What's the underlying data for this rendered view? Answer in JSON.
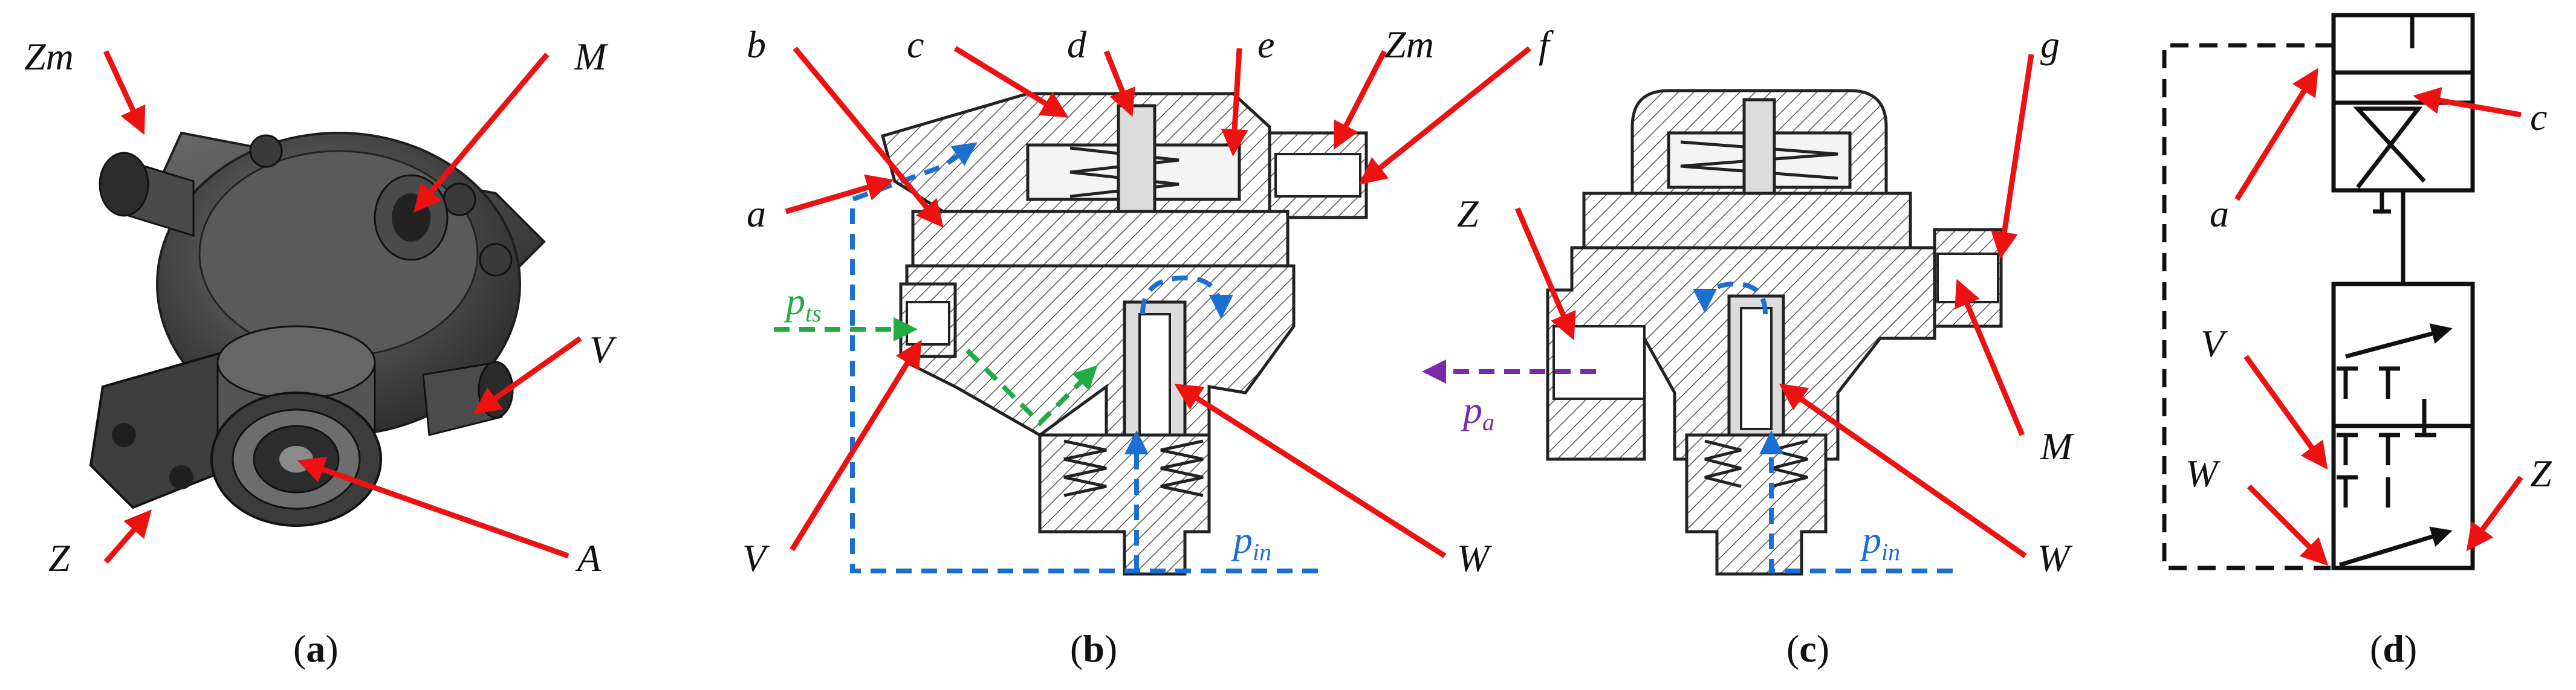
{
  "colors": {
    "arrow": "#ee1111",
    "flow_in": "#1a6fd0",
    "flow_ts": "#22aa44",
    "flow_a": "#7a2aa8"
  },
  "panel_a": {
    "caption": "(a)",
    "labels": {
      "zm": "Zm",
      "m": "M",
      "v": "V",
      "z": "Z",
      "a": "A"
    }
  },
  "panel_b": {
    "caption": "(b)",
    "labels": {
      "b": "b",
      "c": "c",
      "d": "d",
      "e": "e",
      "zm": "Zm",
      "f": "f",
      "a": "a",
      "v": "V",
      "w": "W"
    },
    "pressures": {
      "ts_base": "p",
      "ts_sub": "ts",
      "in_base": "p",
      "in_sub": "in"
    }
  },
  "panel_c": {
    "caption": "(c)",
    "labels": {
      "g": "g",
      "z": "Z",
      "m": "M",
      "w": "W"
    },
    "pressures": {
      "a_base": "p",
      "a_sub": "a",
      "in_base": "p",
      "in_sub": "in"
    }
  },
  "panel_d": {
    "caption": "(d)",
    "labels": {
      "c": "c",
      "a": "a",
      "v": "V",
      "w": "W",
      "z": "Z"
    }
  }
}
